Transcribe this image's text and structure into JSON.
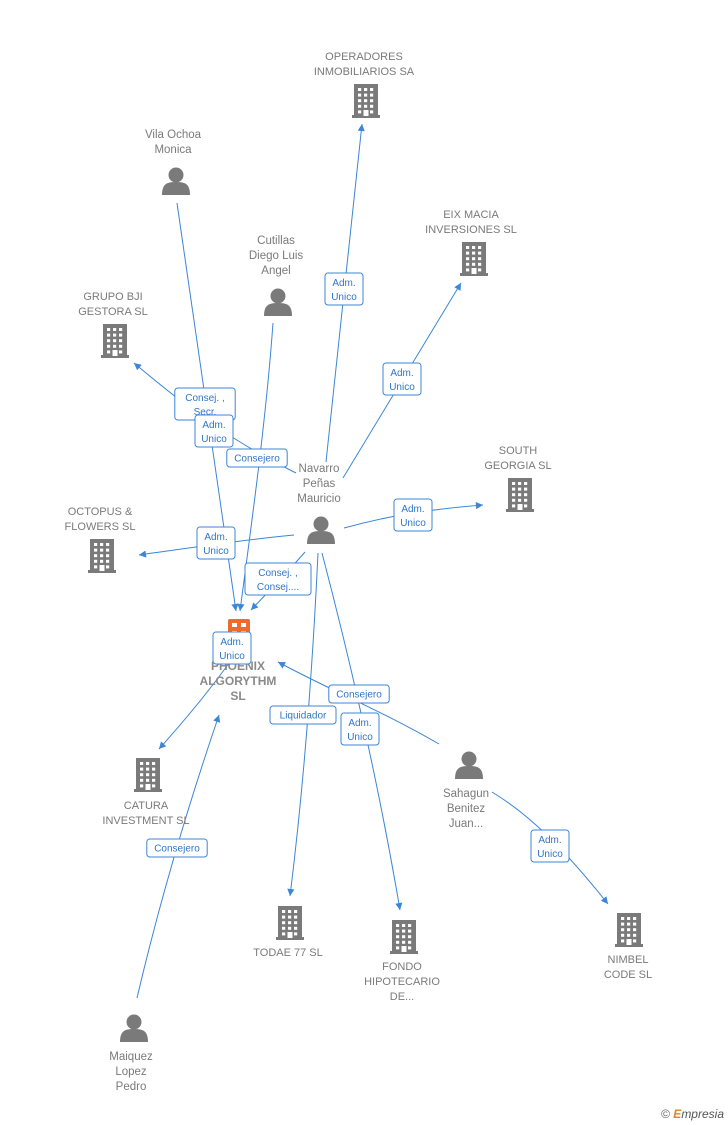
{
  "nodes": [
    {
      "id": "operadores",
      "kind": "company",
      "lines": [
        "OPERADORES",
        "INMOBILIARIOS SA"
      ]
    },
    {
      "id": "vila",
      "kind": "person",
      "lines": [
        "Vila Ochoa",
        "Monica"
      ]
    },
    {
      "id": "eix",
      "kind": "company",
      "lines": [
        "EIX MACIA",
        "INVERSIONES SL"
      ]
    },
    {
      "id": "cutillas",
      "kind": "person",
      "lines": [
        "Cutillas",
        "Diego Luis",
        "Angel"
      ]
    },
    {
      "id": "grupo",
      "kind": "company",
      "lines": [
        "GRUPO BJI",
        "GESTORA SL"
      ]
    },
    {
      "id": "south",
      "kind": "company",
      "lines": [
        "SOUTH",
        "GEORGIA SL"
      ]
    },
    {
      "id": "navarro",
      "kind": "person",
      "lines": [
        "Navarro",
        "Peñas",
        "Mauricio"
      ]
    },
    {
      "id": "octopus",
      "kind": "company",
      "lines": [
        "OCTOPUS &",
        "FLOWERS  SL"
      ]
    },
    {
      "id": "phoenix",
      "kind": "focus",
      "lines": [
        "PHOENIX",
        "ALGORYTHM",
        "SL"
      ]
    },
    {
      "id": "catura",
      "kind": "company",
      "lines": [
        "CATURA",
        "INVESTMENT SL"
      ]
    },
    {
      "id": "sahagun",
      "kind": "person",
      "lines": [
        "Sahagun",
        "Benitez",
        "Juan..."
      ]
    },
    {
      "id": "todae",
      "kind": "company",
      "lines": [
        "TODAE 77 SL"
      ]
    },
    {
      "id": "fondo",
      "kind": "company",
      "lines": [
        "FONDO",
        "HIPOTECARIO",
        "DE..."
      ]
    },
    {
      "id": "nimbel",
      "kind": "company",
      "lines": [
        "NIMBEL",
        "CODE  SL"
      ]
    },
    {
      "id": "maiquez",
      "kind": "person",
      "lines": [
        "Maiquez",
        "Lopez",
        "Pedro"
      ]
    }
  ],
  "edges": [
    {
      "id": "navarro-operadores",
      "label": [
        "Adm.",
        "Unico"
      ]
    },
    {
      "id": "navarro-eix",
      "label": [
        "Adm.",
        "Unico"
      ]
    },
    {
      "id": "navarro-south",
      "label": [
        "Adm.",
        "Unico"
      ]
    },
    {
      "id": "navarro-grupo",
      "label": [
        "Consej. ,",
        "Secr."
      ]
    },
    {
      "id": "vila-phoenix",
      "label": [
        "Adm.",
        "Unico"
      ]
    },
    {
      "id": "cutillas-phoenix",
      "label": [
        "Consejero"
      ]
    },
    {
      "id": "navarro-octopus",
      "label": [
        "Adm.",
        "Unico"
      ]
    },
    {
      "id": "navarro-phoenix",
      "label": [
        "Consej. ,",
        "Consej...."
      ]
    },
    {
      "id": "phoenix-catura",
      "label": [
        "Adm.",
        "Unico"
      ]
    },
    {
      "id": "sahagun-phoenix",
      "label": [
        "Consejero"
      ]
    },
    {
      "id": "navarro-todae",
      "label": [
        "Liquidador"
      ]
    },
    {
      "id": "navarro-fondo",
      "label": [
        "Adm.",
        "Unico"
      ]
    },
    {
      "id": "sahagun-nimbel",
      "label": [
        "Adm.",
        "Unico"
      ]
    },
    {
      "id": "maiquez-phoenix",
      "label": [
        "Consejero"
      ]
    }
  ],
  "watermark": {
    "symbol": "©",
    "brand_initial": "E",
    "brand_rest": "mpresia"
  },
  "colors": {
    "edge": "#3c86d6",
    "node_icon": "#7a7a7a",
    "focus_icon": "#ee6a2f",
    "text": "#7a7a7a"
  }
}
